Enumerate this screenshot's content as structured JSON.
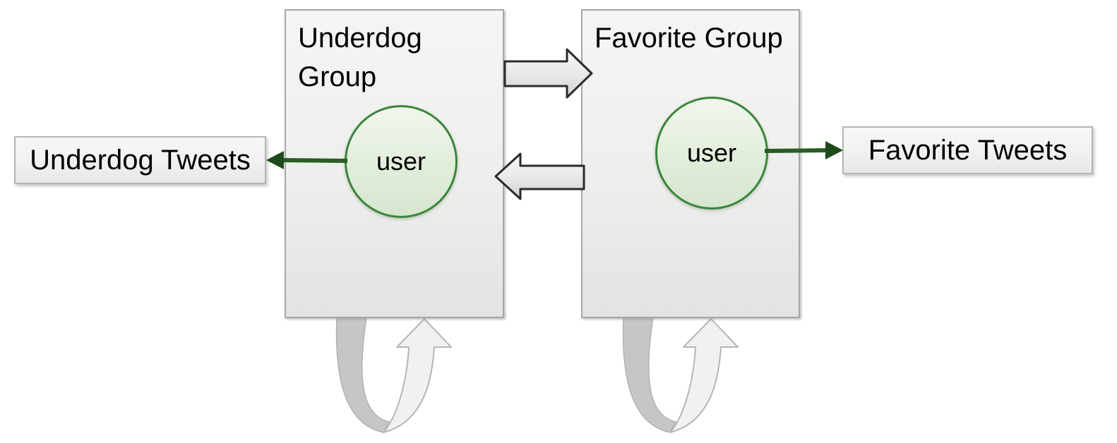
{
  "diagram": {
    "type": "flow-diagram",
    "groups": {
      "underdog_group": {
        "title": "Underdog Group",
        "node_label": "user"
      },
      "favorite_group": {
        "title": "Favorite Group",
        "node_label": "user"
      }
    },
    "outputs": {
      "underdog_tweets": {
        "label": "Underdog Tweets"
      },
      "favorite_tweets": {
        "label": "Favorite Tweets"
      }
    },
    "edges": [
      {
        "from": "underdog-group",
        "to": "favorite-group",
        "style": "block-arrow",
        "direction": "right"
      },
      {
        "from": "favorite-group",
        "to": "underdog-group",
        "style": "block-arrow",
        "direction": "left"
      },
      {
        "from": "underdog-user",
        "to": "underdog-tweets",
        "style": "green-arrow",
        "direction": "left"
      },
      {
        "from": "favorite-user",
        "to": "favorite-tweets",
        "style": "green-arrow",
        "direction": "right"
      },
      {
        "from": "underdog-group",
        "to": "underdog-group",
        "style": "self-loop-arrow"
      },
      {
        "from": "favorite-group",
        "to": "favorite-group",
        "style": "self-loop-arrow"
      }
    ],
    "colors": {
      "background": "#ffffff",
      "group_fill_top": "#f5f5f3",
      "group_fill_bottom": "#e3e3e1",
      "group_border": "#a7a7a5",
      "node_fill_top": "#f1f6ee",
      "node_fill_bottom": "#d6e6cf",
      "node_border_green": "#3a853a",
      "connector_green": "#2a5c25",
      "connector_head_green": "#1f4a1b",
      "block_arrow_outline": "#2b2b2b",
      "block_arrow_fill_top": "#f7f7f7",
      "block_arrow_fill_bottom": "#d2d2d2",
      "loop_dark_band": "#c6c6c4",
      "loop_light_band": "#f1f1ef",
      "loop_outline": "#b6b6b4",
      "text": "#000000"
    }
  }
}
